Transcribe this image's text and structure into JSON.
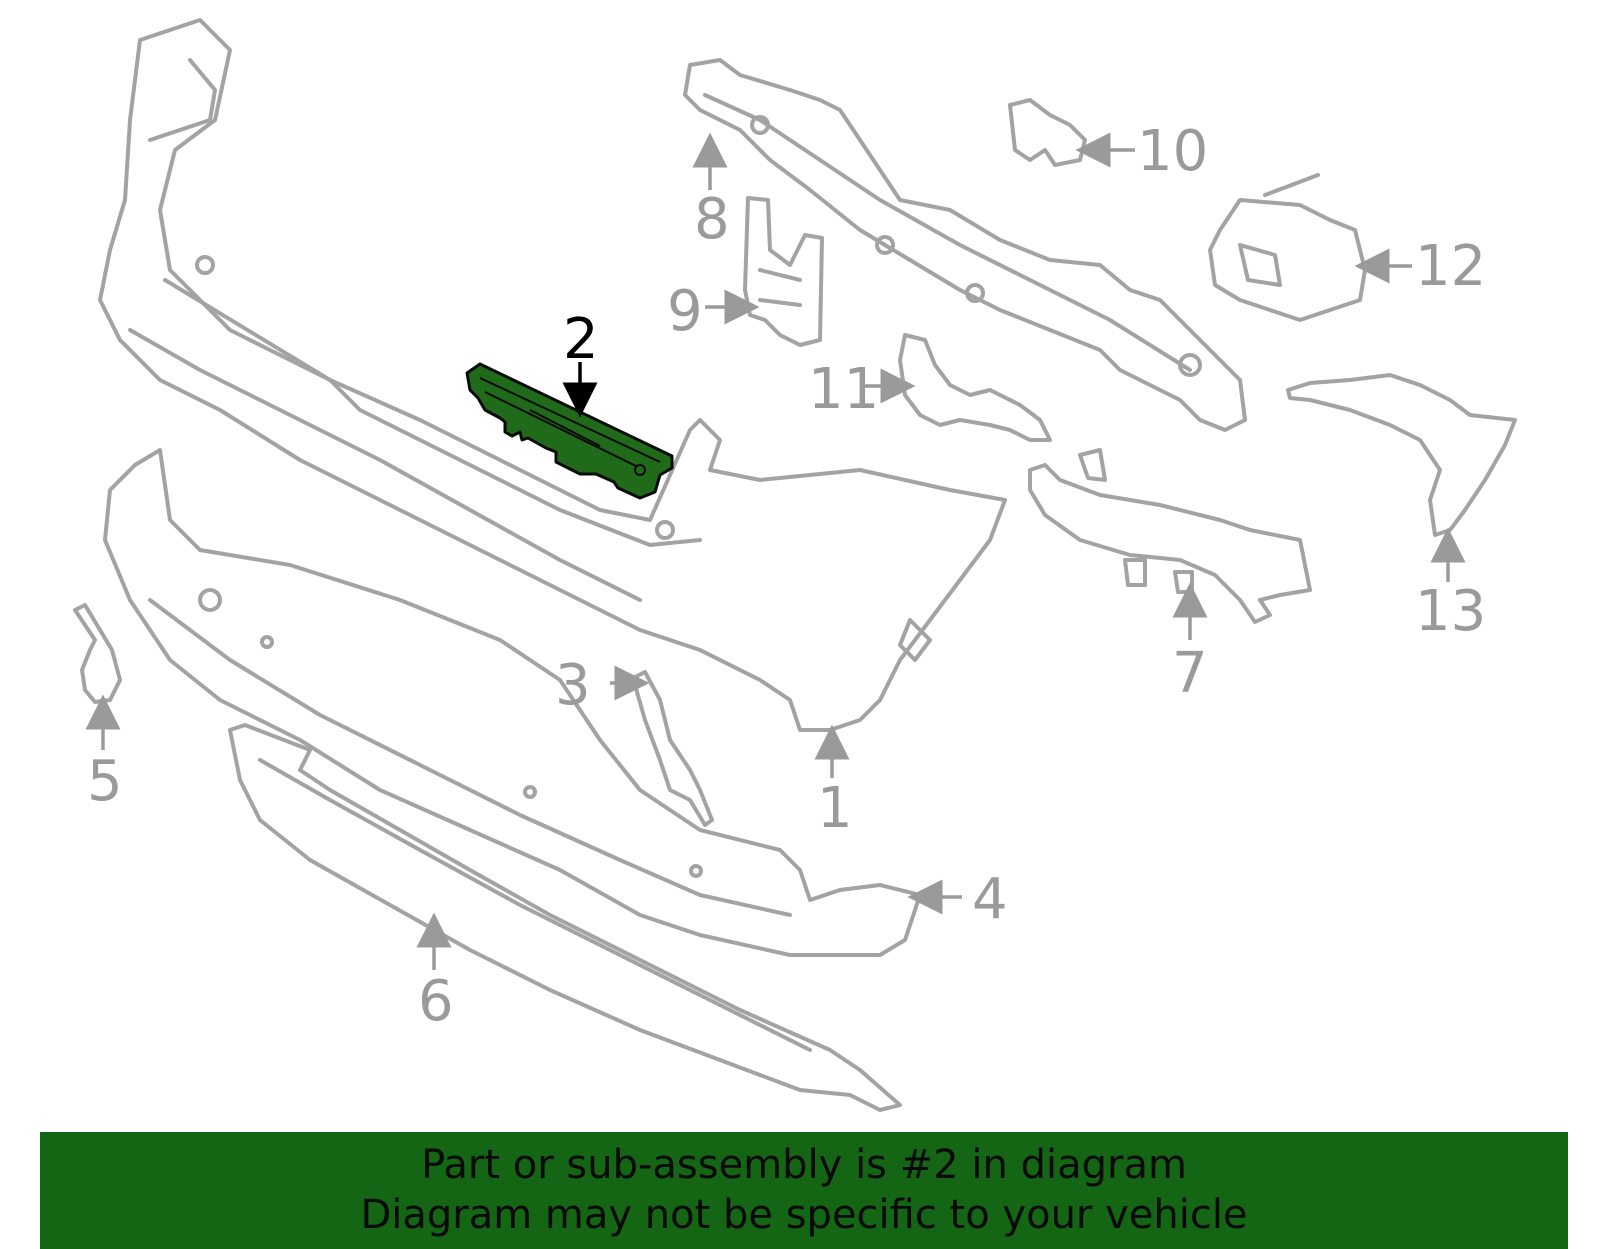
{
  "diagram": {
    "callouts": [
      {
        "id": "1",
        "text": "1",
        "highlighted": false
      },
      {
        "id": "2",
        "text": "2",
        "highlighted": true
      },
      {
        "id": "3",
        "text": "3",
        "highlighted": false
      },
      {
        "id": "4",
        "text": "4",
        "highlighted": false
      },
      {
        "id": "5",
        "text": "5",
        "highlighted": false
      },
      {
        "id": "6",
        "text": "6",
        "highlighted": false
      },
      {
        "id": "7",
        "text": "7",
        "highlighted": false
      },
      {
        "id": "8",
        "text": "8",
        "highlighted": false
      },
      {
        "id": "9",
        "text": "9",
        "highlighted": false
      },
      {
        "id": "10",
        "text": "10",
        "highlighted": false
      },
      {
        "id": "11",
        "text": "11",
        "highlighted": false
      },
      {
        "id": "12",
        "text": "12",
        "highlighted": false
      },
      {
        "id": "13",
        "text": "13",
        "highlighted": false
      }
    ],
    "colors": {
      "part_outline": "#a3a3a3",
      "highlight_fill": "#1f6b1a",
      "banner_bg": "#146614",
      "label_gray": "#9a9a9a"
    }
  },
  "banner": {
    "line1": "Part or sub-assembly is #2 in diagram",
    "line2": "Diagram may not be specific to your vehicle"
  }
}
